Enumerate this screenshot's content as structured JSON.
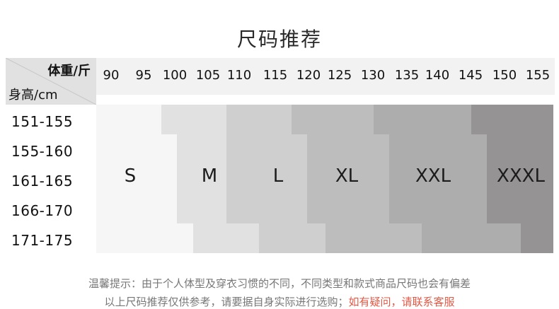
{
  "title": "尺码推荐",
  "header": {
    "weight_label": "体重/斤",
    "height_label": "身高/cm",
    "weights": [
      "90",
      "95",
      "100",
      "105",
      "110",
      "115",
      "120",
      "125",
      "130",
      "135",
      "140",
      "145",
      "150",
      "155"
    ]
  },
  "heights": [
    "151-155",
    "155-160",
    "161-165",
    "166-170",
    "171-175"
  ],
  "sizes": [
    {
      "name": "S",
      "color": "#f6f6f6"
    },
    {
      "name": "M",
      "color": "#e1e1e1"
    },
    {
      "name": "L",
      "color": "#cfcfcf"
    },
    {
      "name": "XL",
      "color": "#bdbdbd"
    },
    {
      "name": "XXL",
      "color": "#adadad"
    },
    {
      "name": "XXXL",
      "color": "#959393"
    }
  ],
  "note": {
    "line1": "温馨提示：由于个人体型及穿衣习惯的不同，不同类型和款式商品尺码也会有偏差",
    "line2_prefix": "以上尺码推荐仅供参考，请要据自身实际进行选购；",
    "line2_highlight": "如有疑问，请联系客服"
  }
}
